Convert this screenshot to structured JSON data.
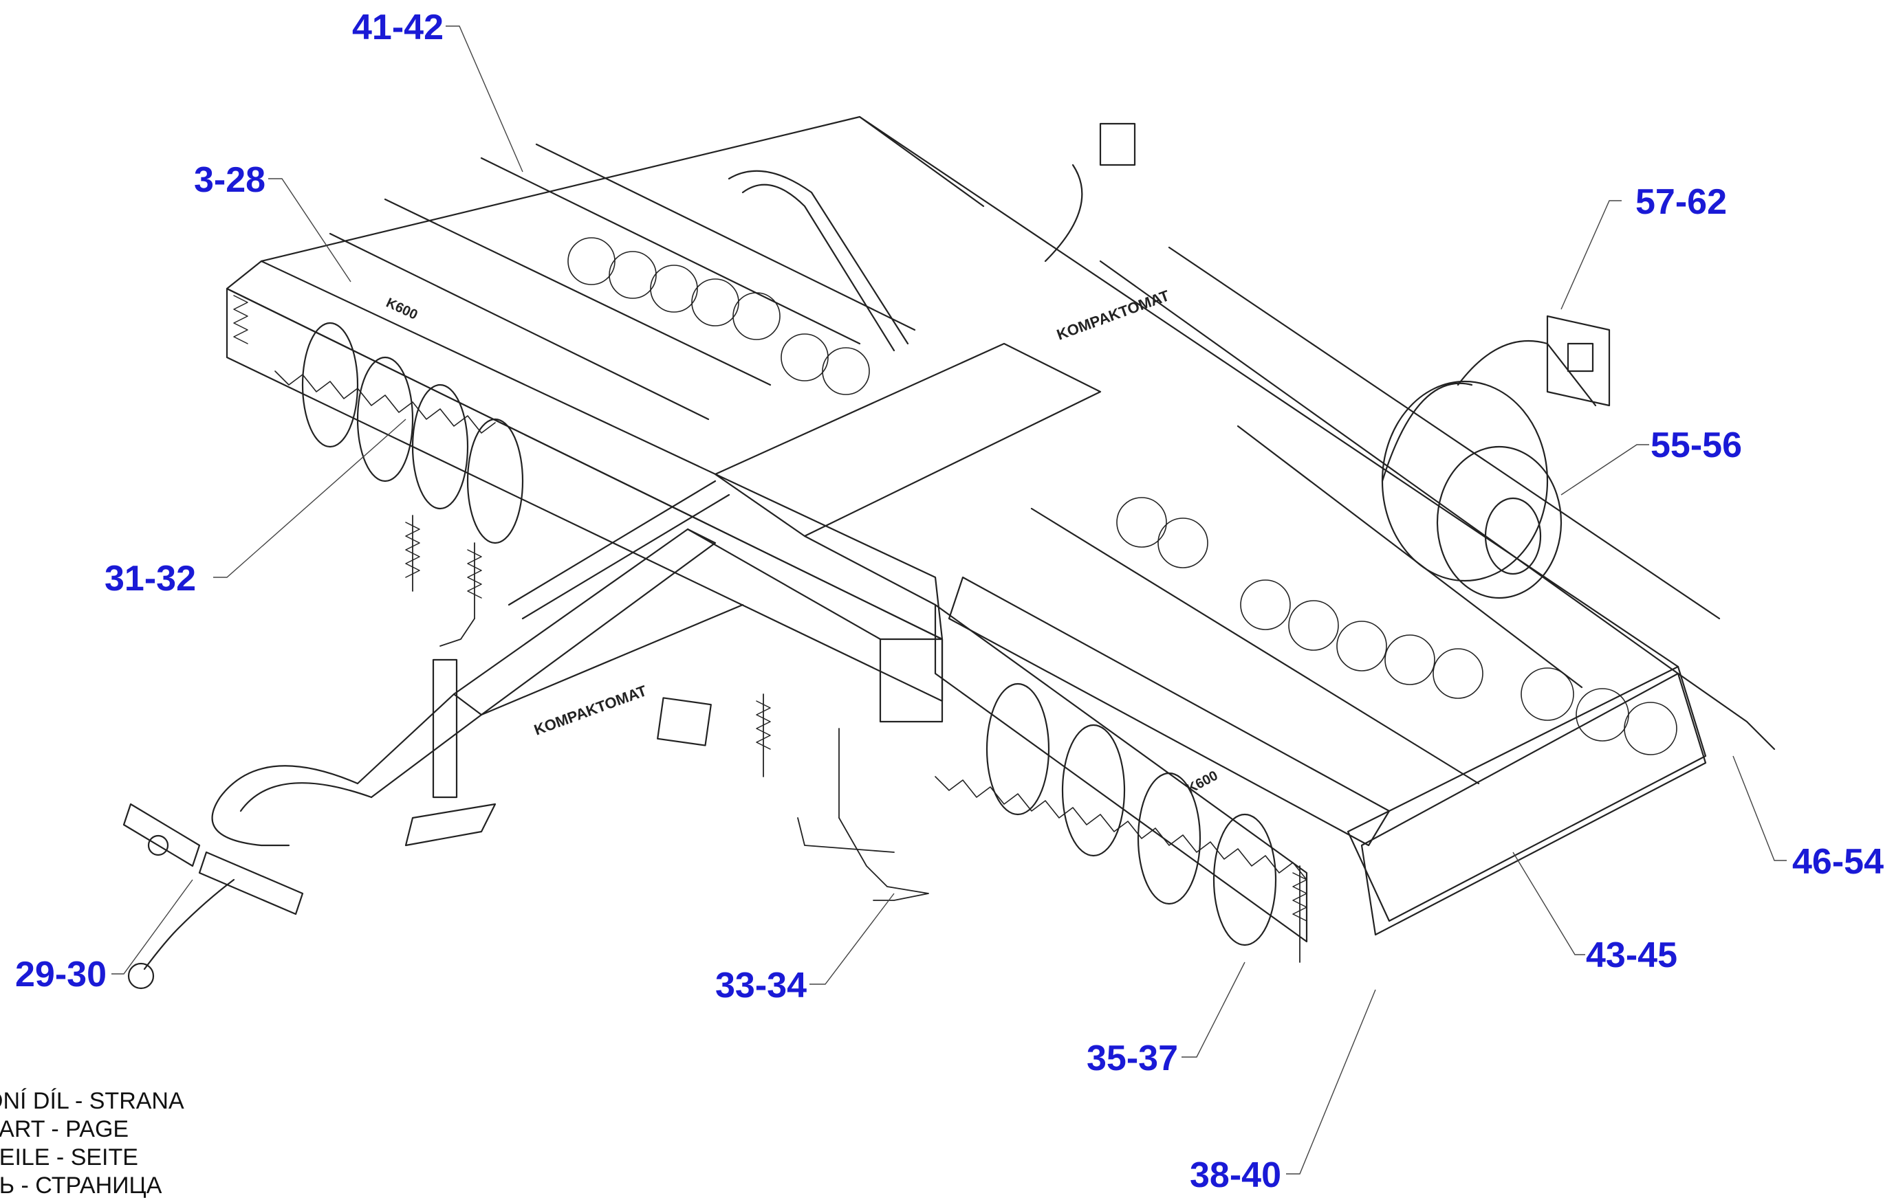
{
  "callouts": {
    "c41_42": "41-42",
    "c3_28": "3-28",
    "c57_62": "57-62",
    "c55_56": "55-56",
    "c31_32": "31-32",
    "c46_54": "46-54",
    "c43_45": "43-45",
    "c29_30": "29-30",
    "c33_34": "33-34",
    "c35_37": "35-37",
    "c38_40": "38-40"
  },
  "machine_labels": {
    "brand_frame": "KOMPAKTOMAT",
    "brand_drawbar": "KOMPAKTOMAT",
    "model_left": "K600",
    "model_right": "K600"
  },
  "legend": [
    "ONÍ DÍL - STRANA",
    "PART - PAGE",
    "TEILE - SEITE",
    "ТЬ - СТРАНИЦА"
  ],
  "colors": {
    "callout": "#1a1ad6",
    "drawing": "#222222"
  }
}
